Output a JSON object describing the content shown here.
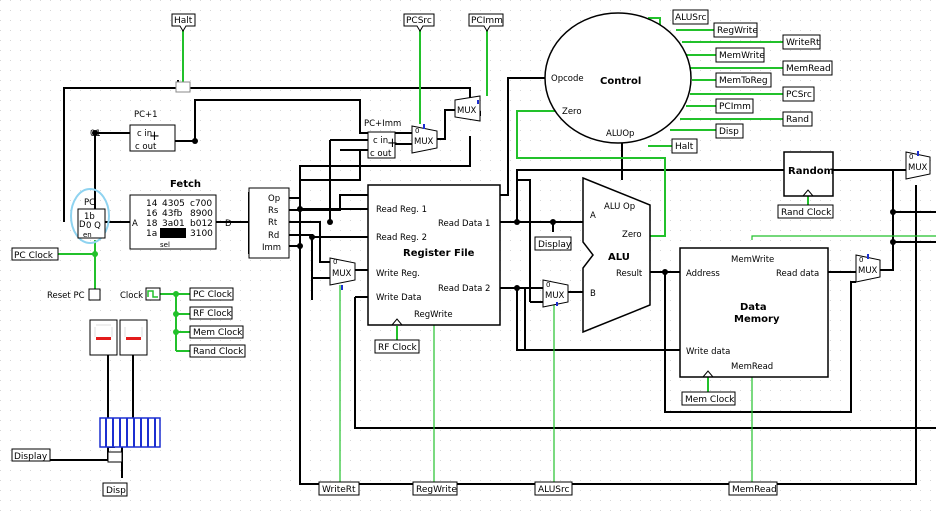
{
  "colors": {
    "wire_black": "#000000",
    "wire_green": "#22c12b",
    "mux_blue": "#1c2fd1",
    "seg_red": "#e31b1b",
    "grid": "#d7d7d7",
    "clock_ring": "#8fd3f0"
  },
  "tunnels": {
    "halt_top": "Halt",
    "pcsrc_top": "PCSrc",
    "pcimm_top": "PCImm",
    "alusrc_r": "ALUSrc",
    "regwrite_r": "RegWrite",
    "writert_r": "WriteRt",
    "memwrite_r": "MemWrite",
    "memread_r": "MemRead",
    "memtoreg_r": "MemToReg",
    "pcsrc_r": "PCSrc",
    "pcimm_r": "PCImm",
    "rand_r": "Rand",
    "disp_r": "Disp",
    "halt_r": "Halt",
    "pc_clock": "PC Clock",
    "pc_clock2": "PC Clock",
    "rf_clock2": "RF Clock",
    "mem_clock2": "Mem Clock",
    "rand_clock2": "Rand Clock",
    "rf_clock": "RF Clock",
    "mem_clock": "Mem Clock",
    "rand_clock": "Rand Clock",
    "display_tag": "Display",
    "display_left": "Display",
    "disp_bottom": "Disp",
    "writert_b": "WriteRt",
    "regwrite_b": "RegWrite",
    "alusrc_b": "ALUSrc",
    "memread_b": "MemRead"
  },
  "pc_plus_1": {
    "title": "PC+1",
    "const": "01",
    "c_in": "c in",
    "c_out": "c out",
    "plus": "+"
  },
  "pc_plus_imm": {
    "title": "PC+Imm",
    "c_in": "c in",
    "c_out": "c out",
    "plus": "+"
  },
  "pc_reg": {
    "title": "PC",
    "bits": "1b",
    "q": "0 Q",
    "d": "D",
    "en": "en"
  },
  "reset": "Reset PC",
  "clock": "Clock",
  "fetch": {
    "title": "Fetch",
    "port_a": "A",
    "port_d": "D",
    "sel": "sel",
    "rows": [
      {
        "addr": "14",
        "v1": "4305",
        "v2": "c700"
      },
      {
        "addr": "16",
        "v1": "43fb",
        "v2": "8900"
      },
      {
        "addr": "18",
        "v1": "3a01",
        "v2": "b012"
      },
      {
        "addr": "1a",
        "v1": "f000",
        "v2": "3100"
      }
    ]
  },
  "splitter": [
    "Op",
    "Rs",
    "Rt",
    "Rd",
    "Imm"
  ],
  "register_file": {
    "title": "Register File",
    "read_reg_1": "Read Reg. 1",
    "read_reg_2": "Read Reg. 2",
    "write_reg": "Write Reg.",
    "write_data": "Write Data",
    "read_data_1": "Read Data 1",
    "read_data_2": "Read Data 2",
    "regwrite": "RegWrite"
  },
  "control": {
    "title": "Control",
    "opcode": "Opcode",
    "zero": "Zero",
    "aluop": "ALUOp"
  },
  "alu": {
    "title": "ALU",
    "aluop": "ALU Op",
    "a": "A",
    "b": "B",
    "zero": "Zero",
    "result": "Result"
  },
  "data_memory": {
    "title_1": "Data",
    "title_2": "Memory",
    "memwrite": "MemWrite",
    "address": "Address",
    "read_data": "Read data",
    "write_data": "Write data",
    "memread": "MemRead"
  },
  "random": {
    "title": "Random"
  },
  "mux_label": "MUX",
  "mux_sel_zero": "0",
  "display_digits": [
    "-",
    "-"
  ]
}
